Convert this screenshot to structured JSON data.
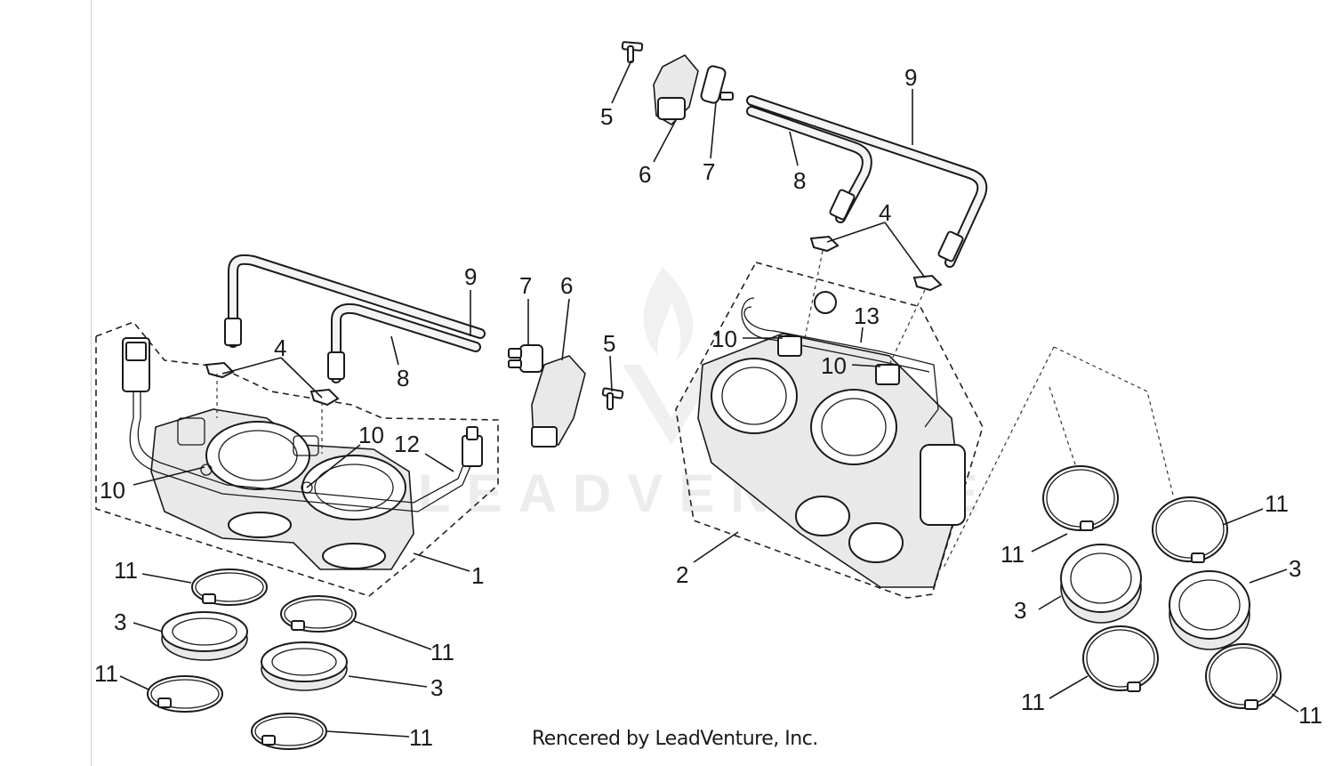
{
  "diagram": {
    "watermark": "LEADVENTURE",
    "credit": "Rencered by LeadVenture, Inc.",
    "callouts": [
      {
        "id": "c1",
        "text": "1"
      },
      {
        "id": "c2",
        "text": "2"
      },
      {
        "id": "c3a",
        "text": "3"
      },
      {
        "id": "c3b",
        "text": "3"
      },
      {
        "id": "c3c",
        "text": "3"
      },
      {
        "id": "c3d",
        "text": "3"
      },
      {
        "id": "c4a",
        "text": "4"
      },
      {
        "id": "c4b",
        "text": "4"
      },
      {
        "id": "c5a",
        "text": "5"
      },
      {
        "id": "c5b",
        "text": "5"
      },
      {
        "id": "c6a",
        "text": "6"
      },
      {
        "id": "c6b",
        "text": "6"
      },
      {
        "id": "c7a",
        "text": "7"
      },
      {
        "id": "c7b",
        "text": "7"
      },
      {
        "id": "c8a",
        "text": "8"
      },
      {
        "id": "c8b",
        "text": "8"
      },
      {
        "id": "c9a",
        "text": "9"
      },
      {
        "id": "c9b",
        "text": "9"
      },
      {
        "id": "c10a",
        "text": "10"
      },
      {
        "id": "c10b",
        "text": "10"
      },
      {
        "id": "c10c",
        "text": "10"
      },
      {
        "id": "c10d",
        "text": "10"
      },
      {
        "id": "c11a",
        "text": "11"
      },
      {
        "id": "c11b",
        "text": "11"
      },
      {
        "id": "c11c",
        "text": "11"
      },
      {
        "id": "c11d",
        "text": "11"
      },
      {
        "id": "c11e",
        "text": "11"
      },
      {
        "id": "c11f",
        "text": "11"
      },
      {
        "id": "c11g",
        "text": "11"
      },
      {
        "id": "c11h",
        "text": "11"
      },
      {
        "id": "c12",
        "text": "12"
      },
      {
        "id": "c13",
        "text": "13"
      }
    ]
  }
}
